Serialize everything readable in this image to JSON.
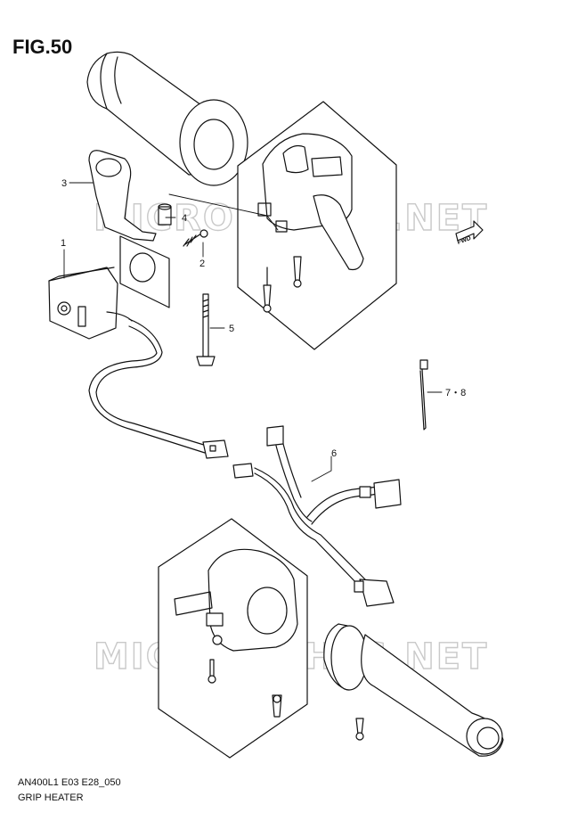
{
  "figure": {
    "title": "FIG.50",
    "code": "AN400L1 E03 E28_050",
    "caption": "GRIP HEATER"
  },
  "fwd_label": "FWD",
  "watermark": "MICROFICHES.NET",
  "callouts": [
    {
      "id": "1",
      "label": "1"
    },
    {
      "id": "2",
      "label": "2"
    },
    {
      "id": "3",
      "label": "3"
    },
    {
      "id": "4",
      "label": "4"
    },
    {
      "id": "5",
      "label": "5"
    },
    {
      "id": "6",
      "label": "6"
    },
    {
      "id": "7-8",
      "label": "7・8"
    }
  ]
}
